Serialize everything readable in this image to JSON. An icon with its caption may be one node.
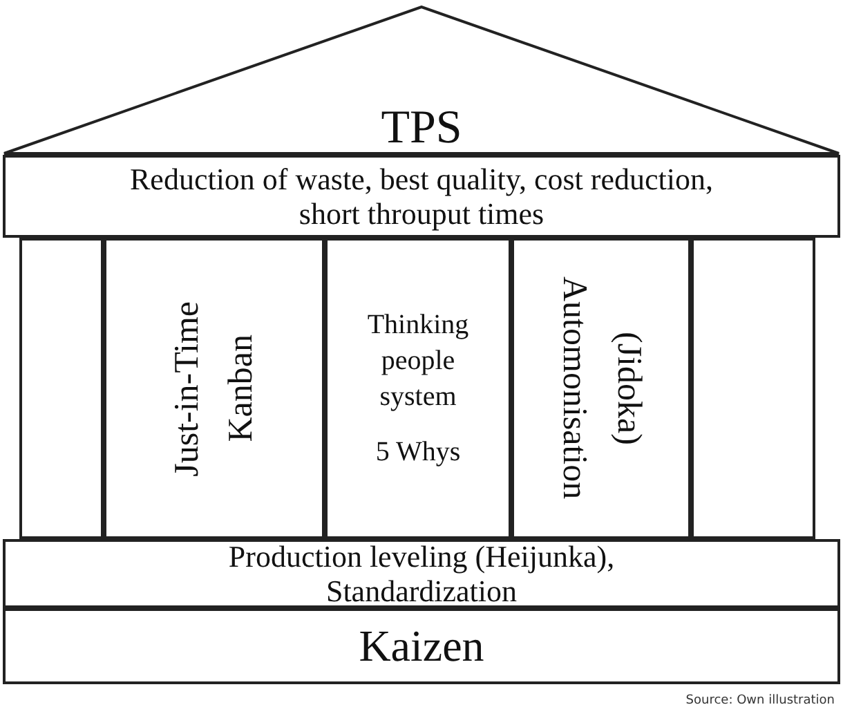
{
  "diagram": {
    "nodes": [
      {
        "text": [
          "TPS"
        ]
      },
      {
        "text": [
          "Reduction of waste, best quality, cost reduction, short throuput times"
        ]
      },
      {
        "text": [],
        "shape": "box"
      },
      {
        "text": [
          "Just-in-Time",
          "Kanban"
        ]
      },
      {
        "text": [
          "Thinking people system",
          "5 Whys"
        ]
      },
      {
        "text": [
          "Automonisation",
          "(Jidoka)"
        ]
      },
      {
        "text": [],
        "shape": "box"
      },
      {
        "text": [
          "Production leveling (Heijunka), Standardization"
        ]
      },
      {
        "text": [
          "Kaizen"
        ]
      }
    ],
    "labels": [
      "Source: Own illustration"
    ]
  }
}
